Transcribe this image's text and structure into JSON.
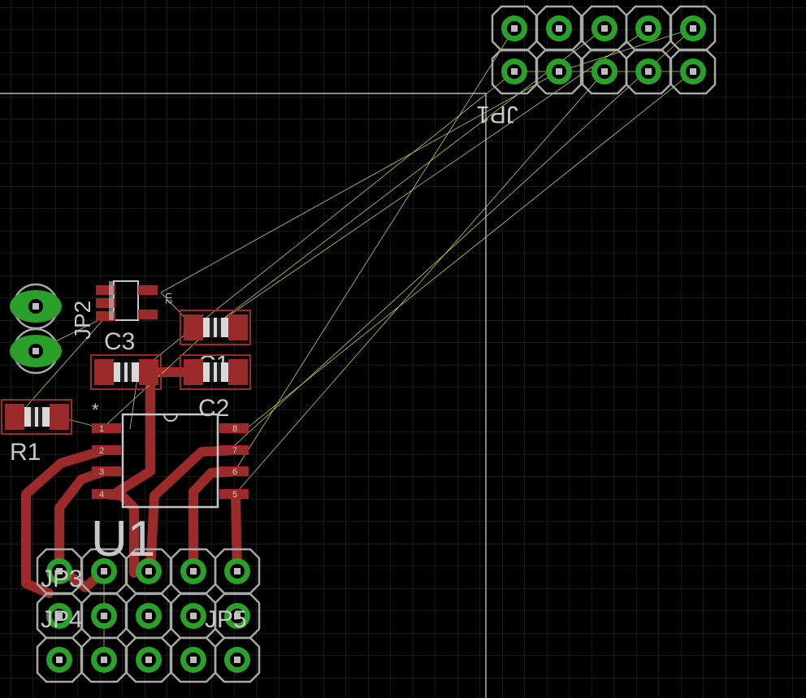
{
  "board": {
    "labels": {
      "jp1": "JP1",
      "jp2": "JP2",
      "jp3": "JP3",
      "jp4": "JP4",
      "jp5": "JP5",
      "c1": "C1",
      "c2": "C2",
      "c3": "C3",
      "r1": "R1",
      "u1": "U1",
      "u2": "U2",
      "pin1_marker": "*"
    },
    "u1_pins": [
      "1",
      "2",
      "3",
      "4",
      "5",
      "6",
      "7",
      "8"
    ],
    "colors": {
      "background": "#000000",
      "grid": "#2e2e2e",
      "copper_top": "#9b2a2a",
      "pad_ring": "#a8a8a8",
      "pad_copper": "#2aa02a",
      "airwire": "#c8c85a",
      "silkscreen": "#c8c8c8",
      "outline": "#d8d8d8"
    }
  }
}
